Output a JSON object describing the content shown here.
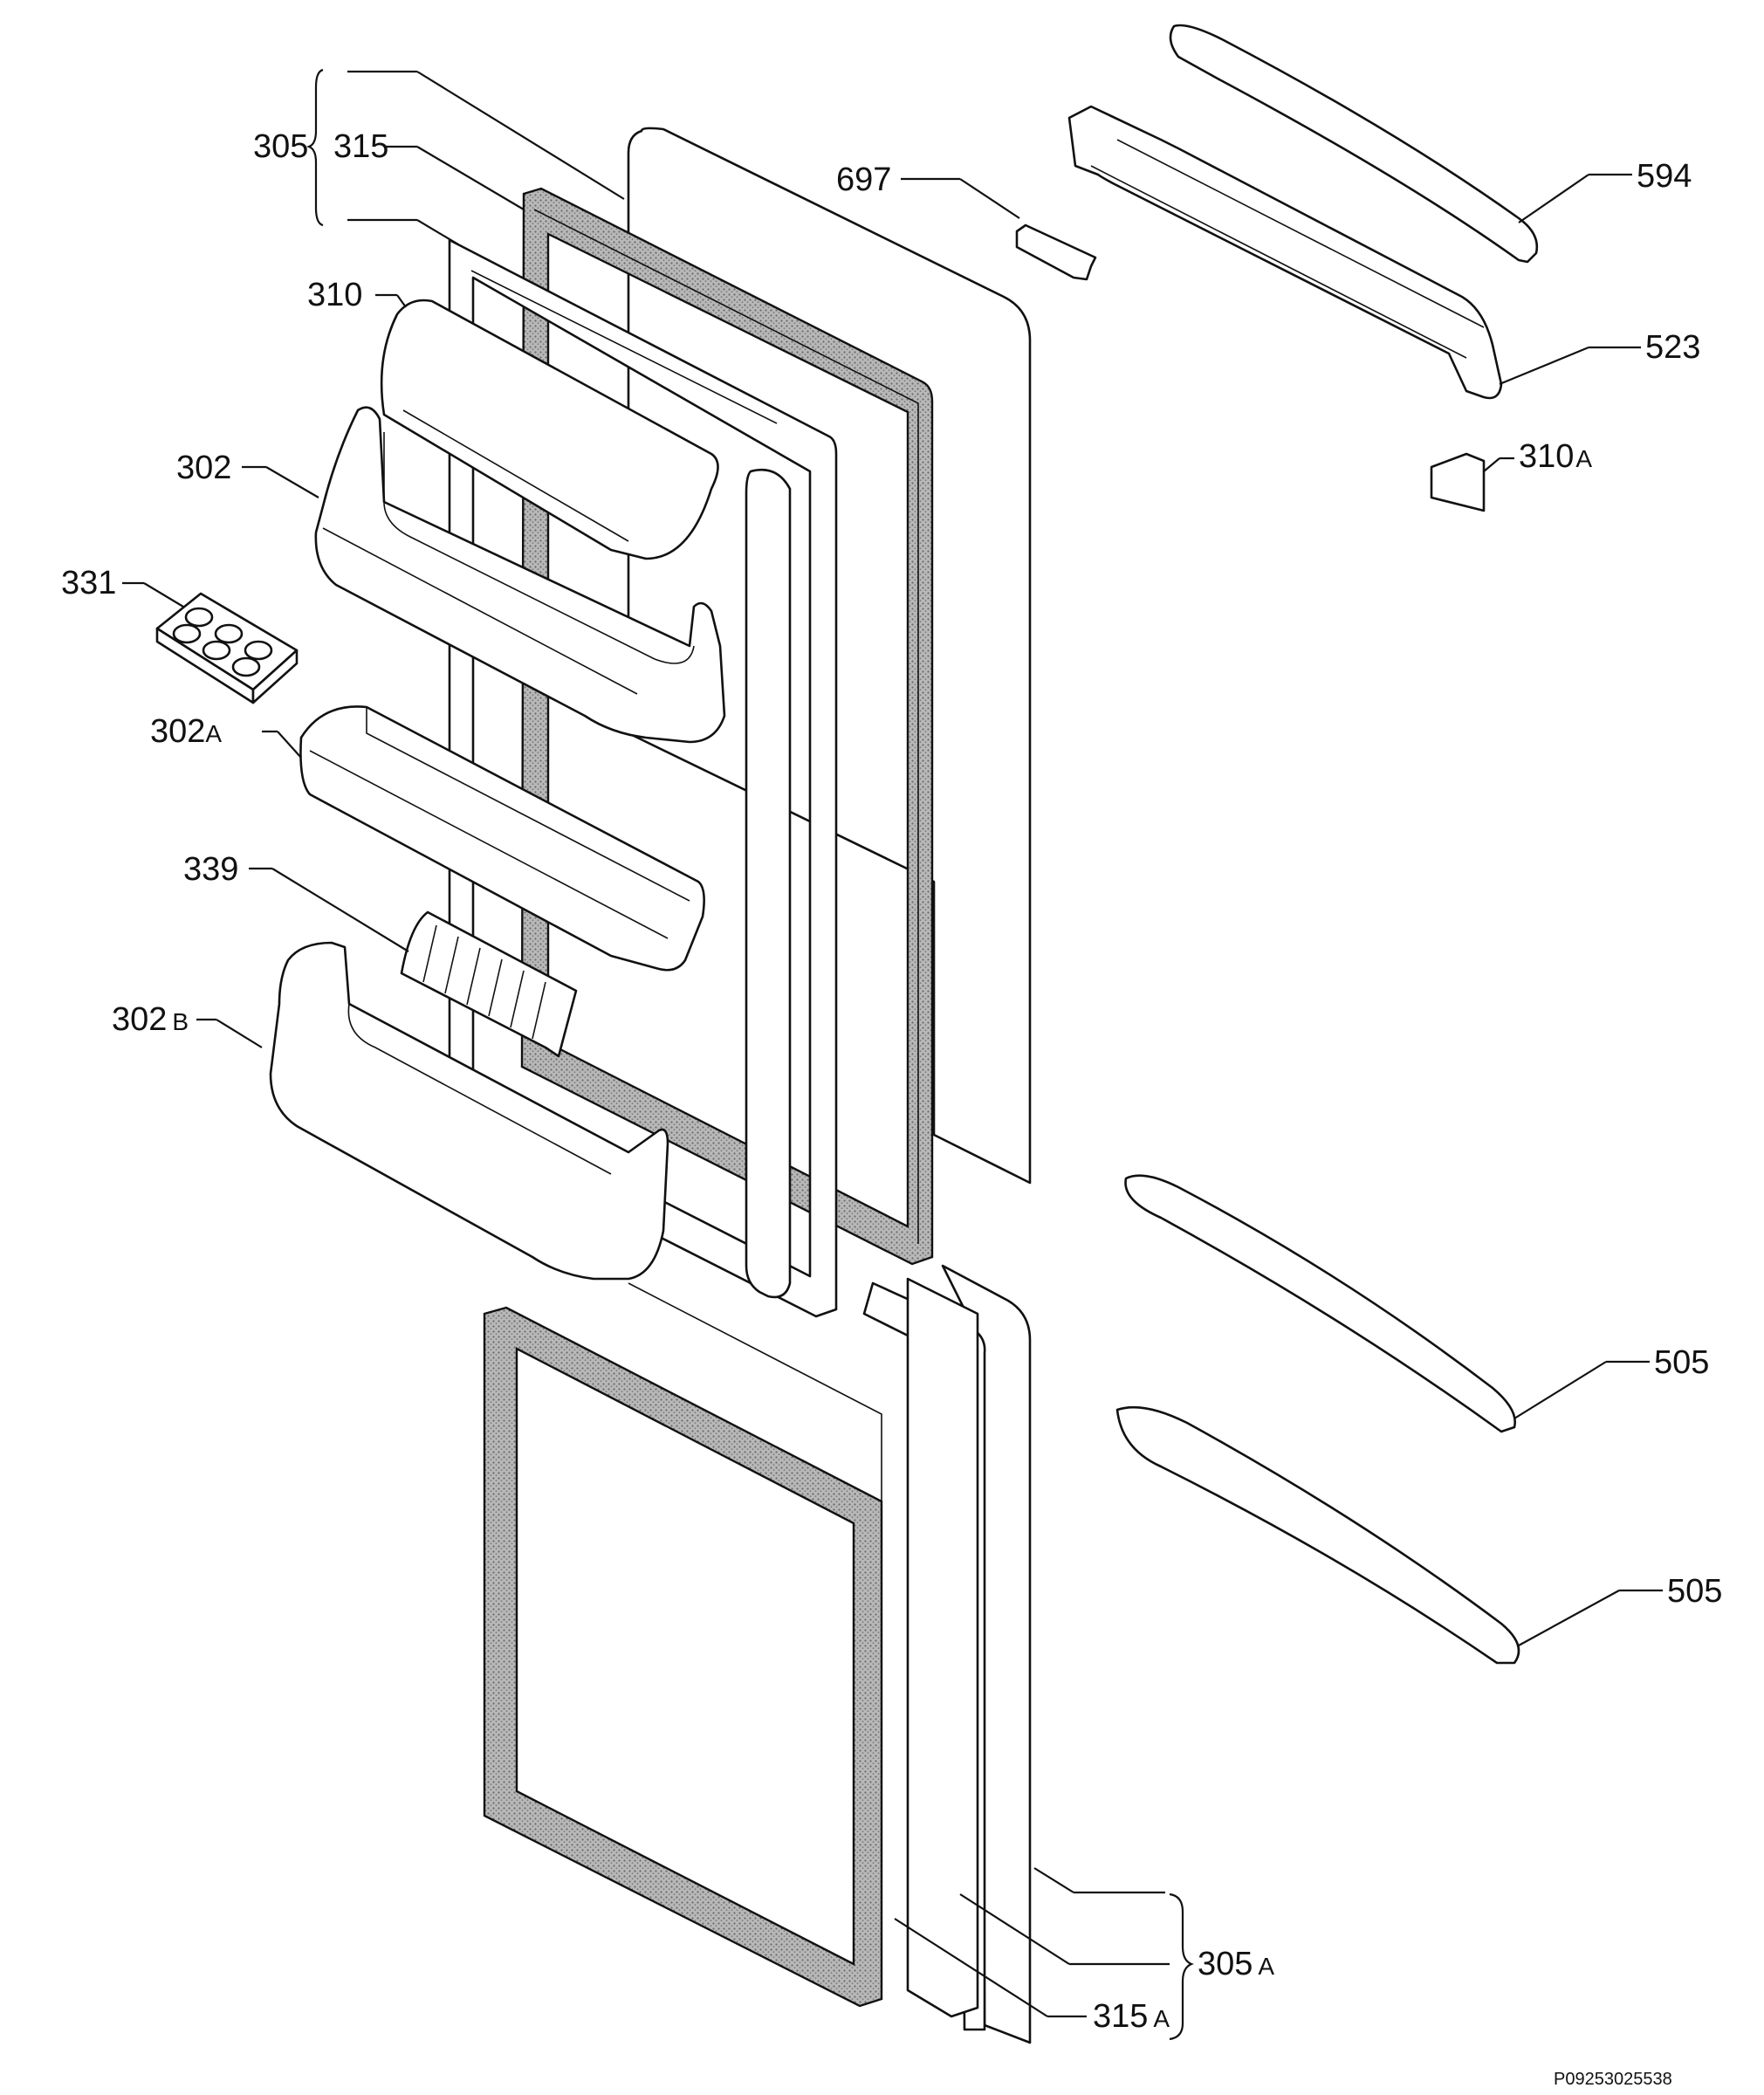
{
  "labels": {
    "l305": "305",
    "l315": "315",
    "l310": "310",
    "l302": "302",
    "l331": "331",
    "l302a": "302",
    "l302a_suffix": "A",
    "l339": "339",
    "l302b": "302",
    "l302b_suffix": "B",
    "l697": "697",
    "l594": "594",
    "l523": "523",
    "l310a": "310",
    "l310a_suffix": "A",
    "l505_upper": "505",
    "l505_lower": "505",
    "l305a": "305",
    "l305a_suffix": "A",
    "l315a": "315",
    "l315a_suffix": "A"
  },
  "reference_code": "P09253025538",
  "colors": {
    "line": "#111111",
    "background": "#ffffff",
    "gasket_fill": "#9a9a9a"
  }
}
